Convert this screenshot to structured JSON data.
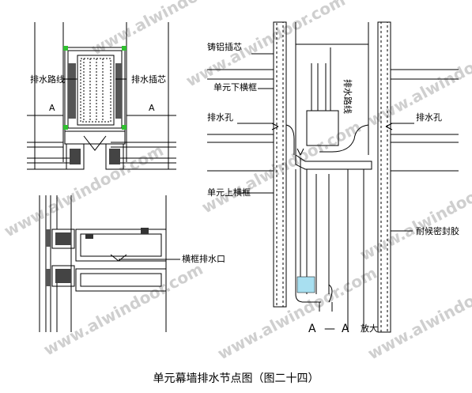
{
  "caption": "单元幕墙排水节点图（图二十四）",
  "watermark": "www.alwindoor.com",
  "section_mark": "A",
  "labels": {
    "drain_line_left": "排水路线",
    "drain_insert_top": "排水插芯",
    "section_a_left": "A",
    "section_a_right": "A",
    "mullion_drain_port": "横框排水口",
    "aluminum_insert": "铸铝插芯",
    "unit_lower_frame": "单元下横框",
    "drain_hole_left": "排水孔",
    "drain_line_center": "排水路线",
    "drain_hole_right": "排水孔",
    "unit_upper_frame": "单元上横框",
    "sealant": "耐候密封胶",
    "section_a": "A",
    "section_dash": "—",
    "section_a2": "A",
    "enlarged": "放大"
  },
  "colors": {
    "line": "#000000",
    "water": "#a8dff0",
    "watermark": "#cfcfcf",
    "marker": "#2fbf2f"
  }
}
